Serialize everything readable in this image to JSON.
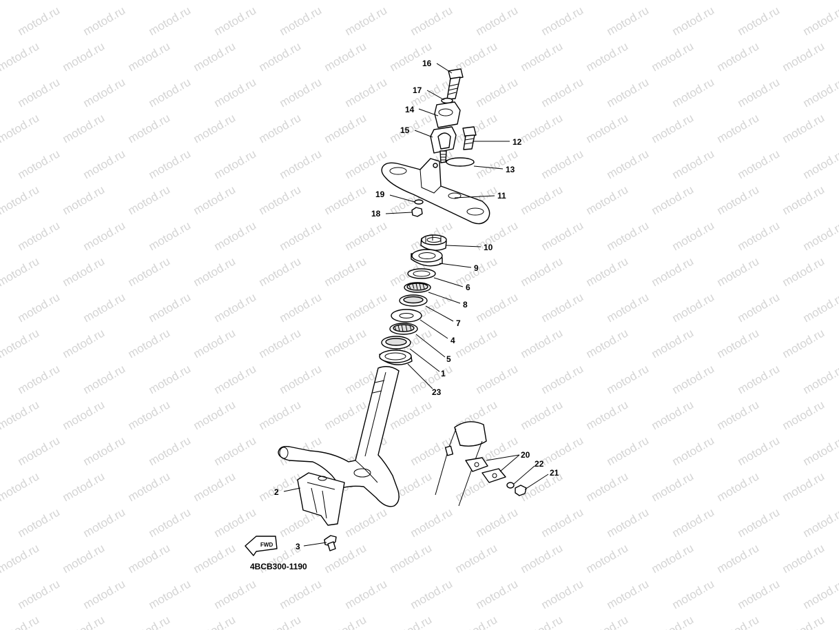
{
  "watermark": {
    "text": "motod.ru"
  },
  "diagram": {
    "drawing_code": "4BCB300-1190",
    "fwd_label": "FWD",
    "callouts": [
      {
        "id": "16",
        "label": "16"
      },
      {
        "id": "17",
        "label": "17"
      },
      {
        "id": "14",
        "label": "14"
      },
      {
        "id": "15",
        "label": "15"
      },
      {
        "id": "12",
        "label": "12"
      },
      {
        "id": "13",
        "label": "13"
      },
      {
        "id": "19",
        "label": "19"
      },
      {
        "id": "18",
        "label": "18"
      },
      {
        "id": "11",
        "label": "11"
      },
      {
        "id": "10",
        "label": "10"
      },
      {
        "id": "9",
        "label": "9"
      },
      {
        "id": "6",
        "label": "6"
      },
      {
        "id": "8",
        "label": "8"
      },
      {
        "id": "7",
        "label": "7"
      },
      {
        "id": "4",
        "label": "4"
      },
      {
        "id": "5",
        "label": "5"
      },
      {
        "id": "1",
        "label": "1"
      },
      {
        "id": "23",
        "label": "23"
      },
      {
        "id": "20",
        "label": "20"
      },
      {
        "id": "22",
        "label": "22"
      },
      {
        "id": "21",
        "label": "21"
      },
      {
        "id": "2",
        "label": "2"
      },
      {
        "id": "3",
        "label": "3"
      }
    ]
  }
}
